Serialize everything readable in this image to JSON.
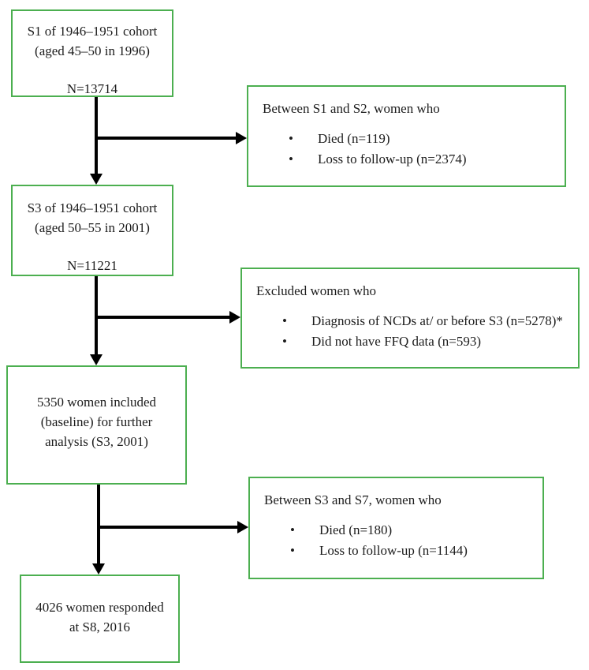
{
  "flowchart": {
    "main_boxes": [
      {
        "lines": [
          "S1 of 1946–1951 cohort",
          "(aged 45–50 in 1996)"
        ],
        "count": "N=13714"
      },
      {
        "lines": [
          "S3 of 1946–1951 cohort",
          "(aged 50–55 in 2001)"
        ],
        "count": "N=11221"
      },
      {
        "lines": [
          "5350 women included",
          "(baseline) for further",
          "analysis (S3, 2001)"
        ]
      },
      {
        "lines": [
          "4026 women responded",
          "at S8, 2016"
        ]
      }
    ],
    "side_boxes": [
      {
        "heading": "Between S1 and S2, women who",
        "bullets": [
          "Died (n=119)",
          "Loss to follow-up (n=2374)"
        ]
      },
      {
        "heading": "Excluded women who",
        "bullets": [
          "Diagnosis of NCDs at/ or before S3 (n=5278)*",
          "Did not have FFQ data (n=593)"
        ]
      },
      {
        "heading": "Between S3 and S7, women who",
        "bullets": [
          "Died (n=180)",
          "Loss to follow-up (n=1144)"
        ]
      }
    ],
    "colors": {
      "box_border": "#4caf50",
      "arrow": "#000000",
      "text": "#1c1c1c",
      "background": "#ffffff"
    }
  }
}
